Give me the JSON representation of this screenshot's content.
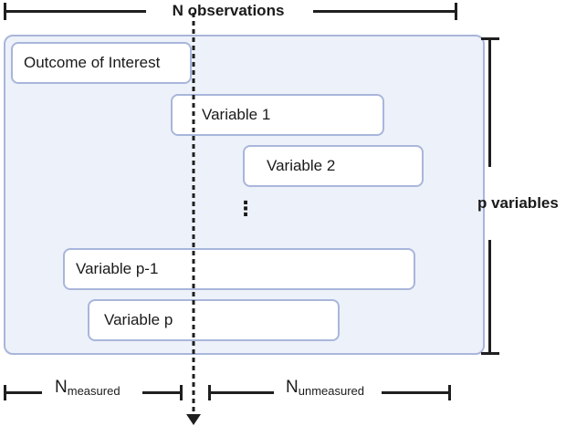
{
  "diagram": {
    "title": "N observations",
    "side_label": "p variables",
    "outcome_label": "Outcome of Interest",
    "variables": [
      "Variable 1",
      "Variable 2",
      "Variable p-1",
      "Variable p"
    ],
    "ellipsis": "⋮",
    "measured": {
      "base": "N",
      "sub": "measured"
    },
    "unmeasured": {
      "base": "N",
      "sub": "unmeasured"
    },
    "colors": {
      "panel_fill": "#edf1fa",
      "box_border": "#a9b6da",
      "line": "#1f1f1f"
    }
  }
}
